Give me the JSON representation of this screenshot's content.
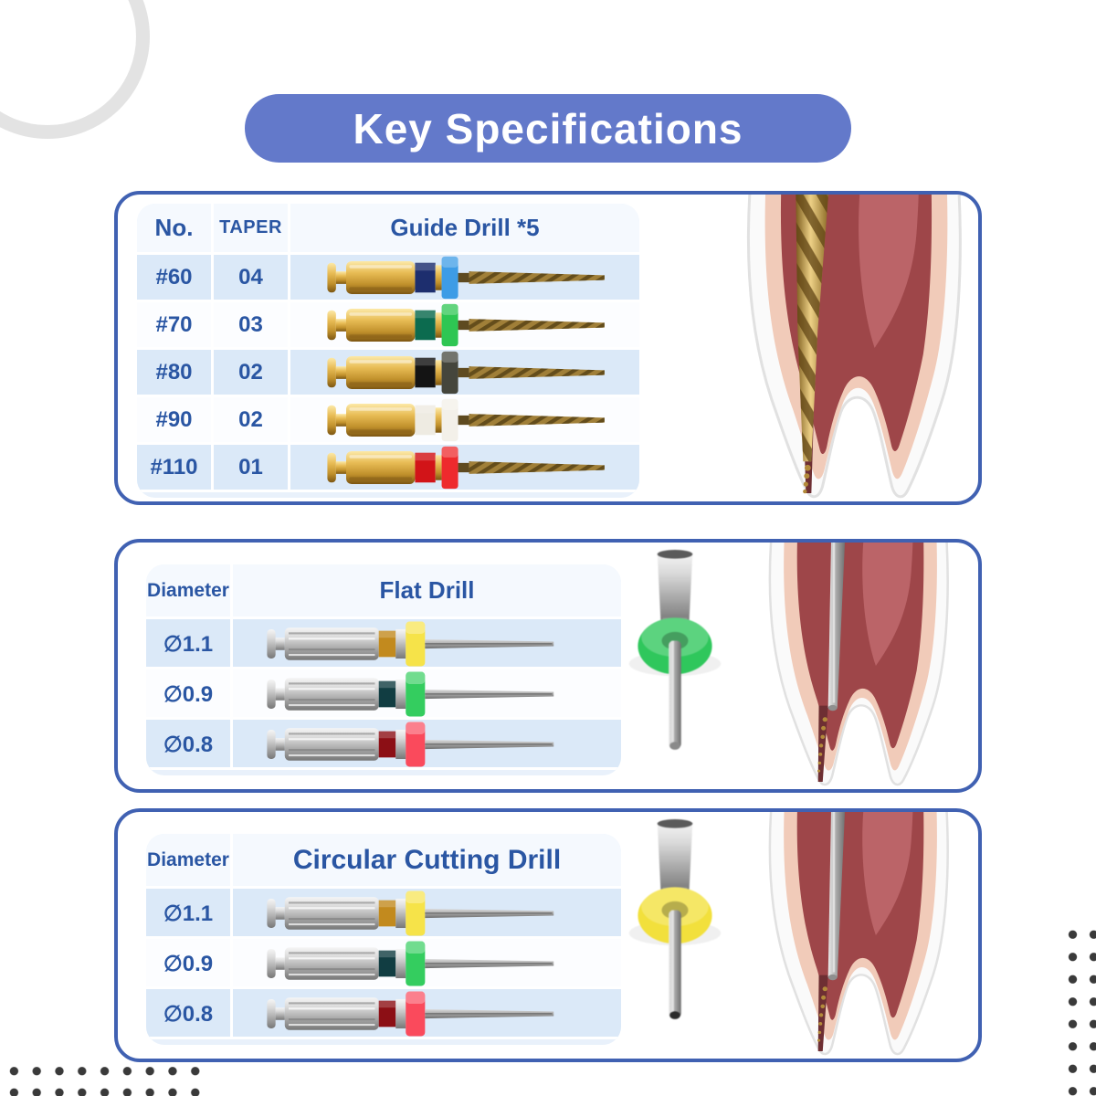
{
  "header": {
    "title": "Key Specifications"
  },
  "colors": {
    "accent": "#6379ca",
    "panel-border": "#4061b2",
    "table-text": "#2a56a3",
    "row-blue": "#dbe9f8",
    "row-light": "#fcfdff",
    "table-bg": "#e9f1fb",
    "header-bg": "#f5f9fe"
  },
  "panels": [
    {
      "title": "Guide Drill *5",
      "col_no": "No.",
      "col_taper": "TAPER",
      "rows": [
        {
          "no": "#60",
          "taper": "04",
          "drill_style": "--band:#1d2e6e;--ring:#3d9ce6"
        },
        {
          "no": "#70",
          "taper": "03",
          "drill_style": "--band:#0c6b4f;--ring:#2ec653"
        },
        {
          "no": "#80",
          "taper": "02",
          "drill_style": "--band:#141414;--ring:#45463c"
        },
        {
          "no": "#90",
          "taper": "02",
          "drill_style": "--band:#eeebe2;--ring:#f3f0e9"
        },
        {
          "no": "#110",
          "taper": "01",
          "drill_style": "--band:#d21418;--ring:#ee2a2d"
        }
      ]
    },
    {
      "title": "Flat Drill",
      "col_diameter": "Diameter",
      "closeup_style": "--ring:#2fc75c;--tip:#8a8a8a",
      "rows": [
        {
          "diameter": "∅1.1",
          "drill_style": "--band:#c28a1e;--ring:#f6e349"
        },
        {
          "diameter": "∅0.9",
          "drill_style": "--band:#113d42;--ring:#34cd5f"
        },
        {
          "diameter": "∅0.8",
          "drill_style": "--band:#8c0f15;--ring:#fa4a5c"
        }
      ]
    },
    {
      "title": "Circular Cutting Drill",
      "col_diameter": "Diameter",
      "closeup_style": "--ring:#f2e03c;--tip:#2b2b2b",
      "rows": [
        {
          "diameter": "∅1.1",
          "drill_style": "--band:#c28a1e;--ring:#f6e349"
        },
        {
          "diameter": "∅0.9",
          "drill_style": "--band:#113d42;--ring:#34cd5f"
        },
        {
          "diameter": "∅0.8",
          "drill_style": "--band:#8c0f15;--ring:#fa4a5c"
        }
      ]
    }
  ]
}
